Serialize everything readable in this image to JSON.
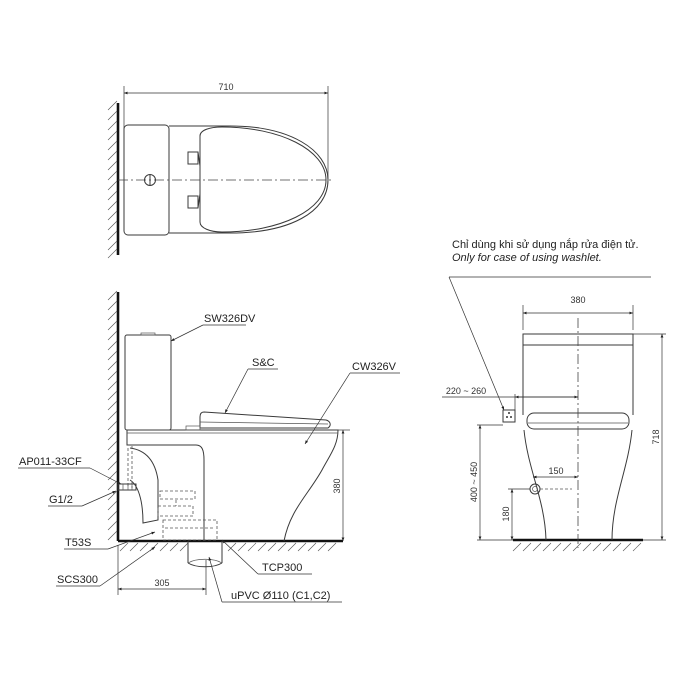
{
  "top_view": {
    "width_dim": "710"
  },
  "side_view": {
    "labels": {
      "tank": "SW326DV",
      "seat": "S&C",
      "bowl": "CW326V",
      "valve": "AP011-33CF",
      "thread": "G1/2",
      "bolt": "T53S",
      "socket": "SCS300",
      "flange": "TCP300",
      "pipe": "uPVC Ø110 (C1,C2)"
    },
    "dims": {
      "seat_height": "380",
      "rough_in": "305"
    }
  },
  "front_view": {
    "note_vi": "Chỉ dùng khi sử dụng nắp rửa điện tử.",
    "note_en": "Only for case of using washlet.",
    "dims": {
      "width": "380",
      "total_height": "718",
      "outlet_offset": "220 ~ 260",
      "outlet_height": "400 ~ 450",
      "supply_offset": "150",
      "supply_height": "180"
    }
  }
}
